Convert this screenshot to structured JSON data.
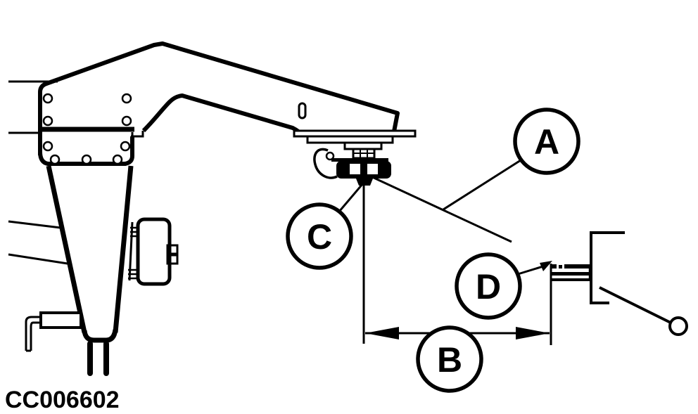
{
  "figure": {
    "code": "CC006602",
    "callouts": {
      "a": "A",
      "b": "B",
      "c": "C",
      "d": "D"
    },
    "colors": {
      "ink": "#000000",
      "background": "#ffffff"
    }
  }
}
